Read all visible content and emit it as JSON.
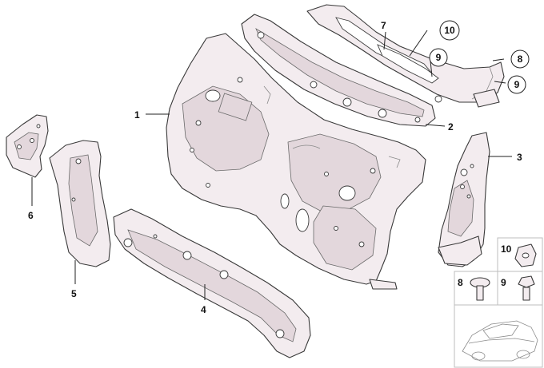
{
  "diagram": {
    "callouts": [
      {
        "id": "c1",
        "label": "1"
      },
      {
        "id": "c2",
        "label": "2"
      },
      {
        "id": "c3",
        "label": "3"
      },
      {
        "id": "c4",
        "label": "4"
      },
      {
        "id": "c5",
        "label": "5"
      },
      {
        "id": "c6",
        "label": "6"
      },
      {
        "id": "c7",
        "label": "7"
      },
      {
        "id": "c8",
        "label": "8"
      },
      {
        "id": "c9a",
        "label": "9"
      },
      {
        "id": "c9b",
        "label": "9"
      },
      {
        "id": "c10",
        "label": "10"
      }
    ],
    "legend": {
      "box10": "10",
      "box8": "8",
      "box9": "9"
    }
  }
}
